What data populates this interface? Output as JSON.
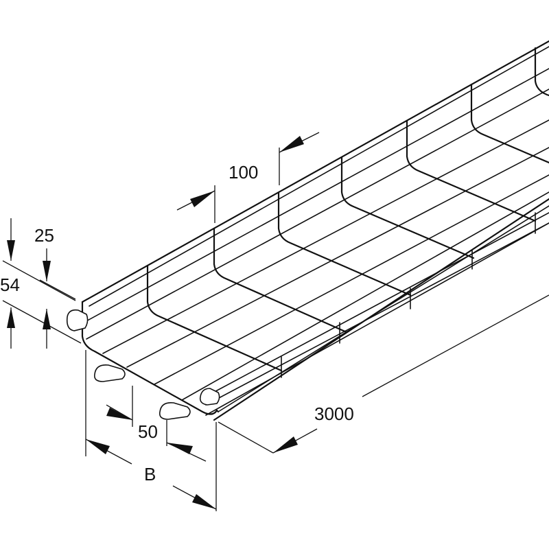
{
  "drawing": {
    "subject": "wire-mesh-cable-tray",
    "colors": {
      "line": "#111111",
      "background": "#ffffff"
    }
  },
  "dimensions": {
    "mesh_pitch": "100",
    "height_outer": "54",
    "height_inner": "25",
    "bottom_spacing": "50",
    "width": "B",
    "length": "3000"
  }
}
